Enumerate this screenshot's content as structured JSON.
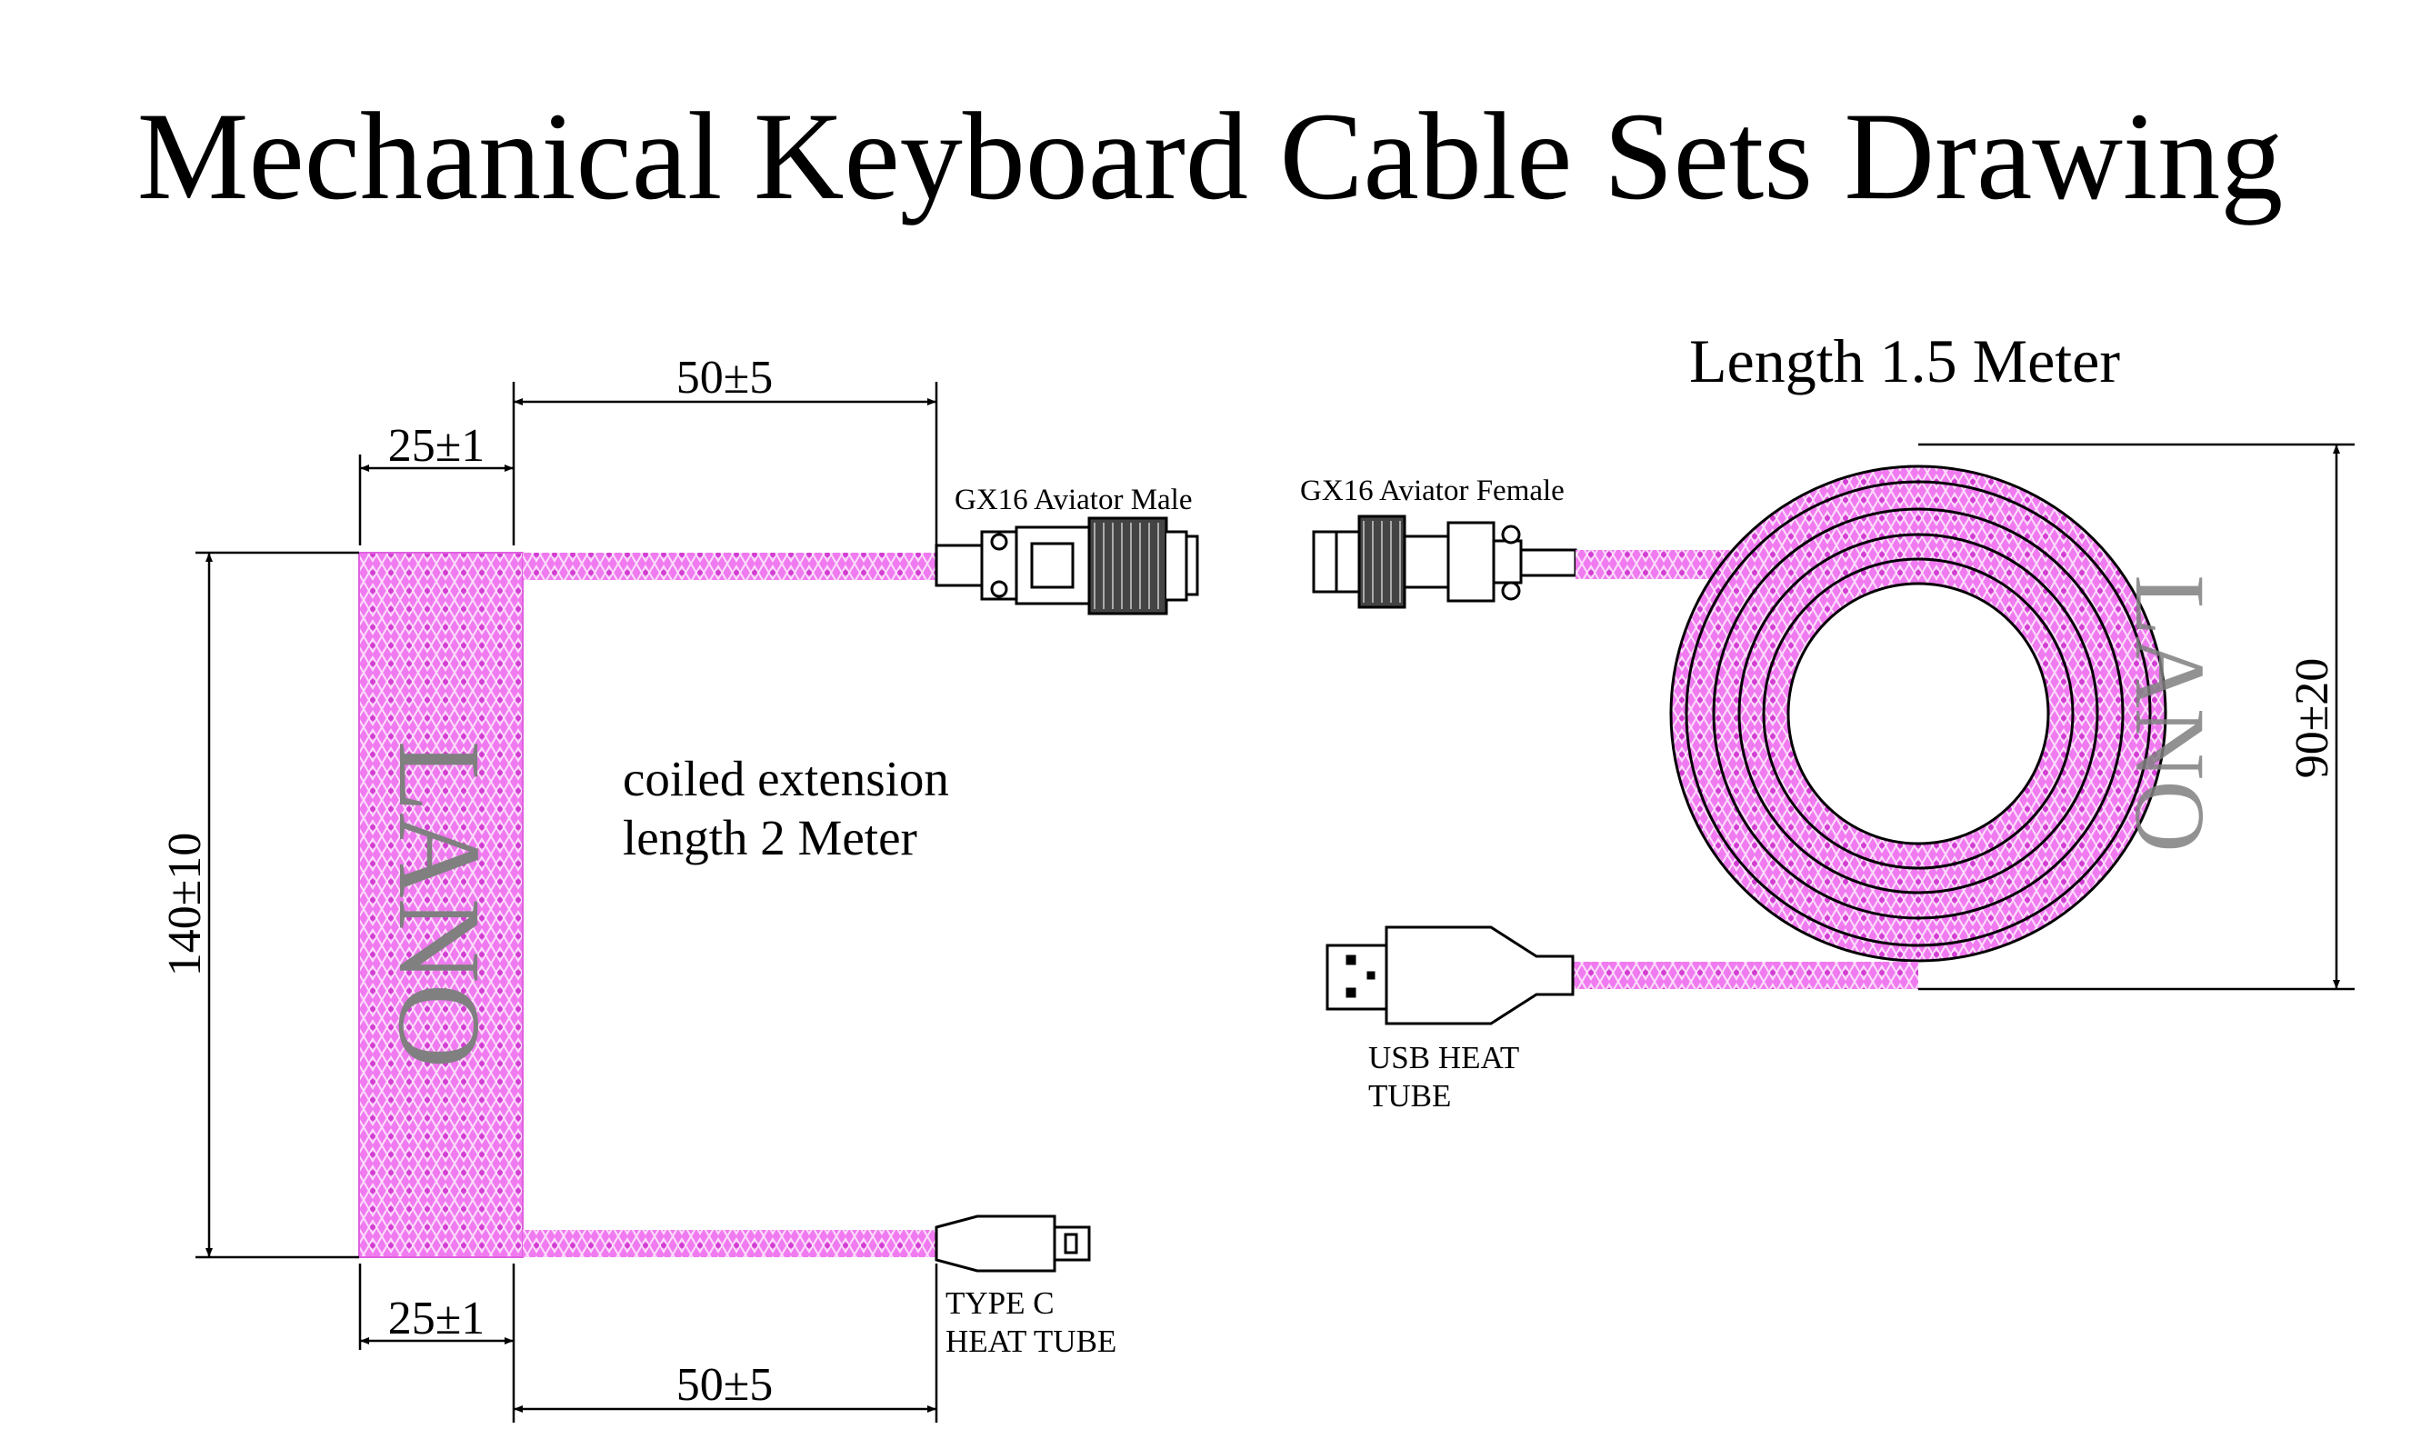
{
  "title": "Mechanical Keyboard Cable Sets Drawing",
  "colors": {
    "cable": "#f07af0",
    "cable_dark": "#d23fd2",
    "line": "#000000",
    "watermark": "#808080"
  },
  "left_cable": {
    "dim_top_long": "50±5",
    "dim_top_short": "25±1",
    "dim_height": "140±10",
    "dim_bottom_short": "25±1",
    "dim_bottom_long": "50±5",
    "top_connector_label": "GX16 Aviator Male",
    "bottom_connector_label_line1": "TYPE C",
    "bottom_connector_label_line2": "HEAT TUBE",
    "note_line1": "coiled extension",
    "note_line2": "length 2 Meter",
    "watermark": "LANO"
  },
  "right_cable": {
    "length_label": "Length 1.5 Meter",
    "connector_label": "GX16 Aviator Female",
    "dim_height": "90±20",
    "usb_label_line1": "USB HEAT",
    "usb_label_line2": "TUBE",
    "watermark": "LANO"
  },
  "icons": [
    "gx16-male-connector-icon",
    "gx16-female-connector-icon",
    "type-c-connector-icon",
    "usb-a-connector-icon"
  ]
}
